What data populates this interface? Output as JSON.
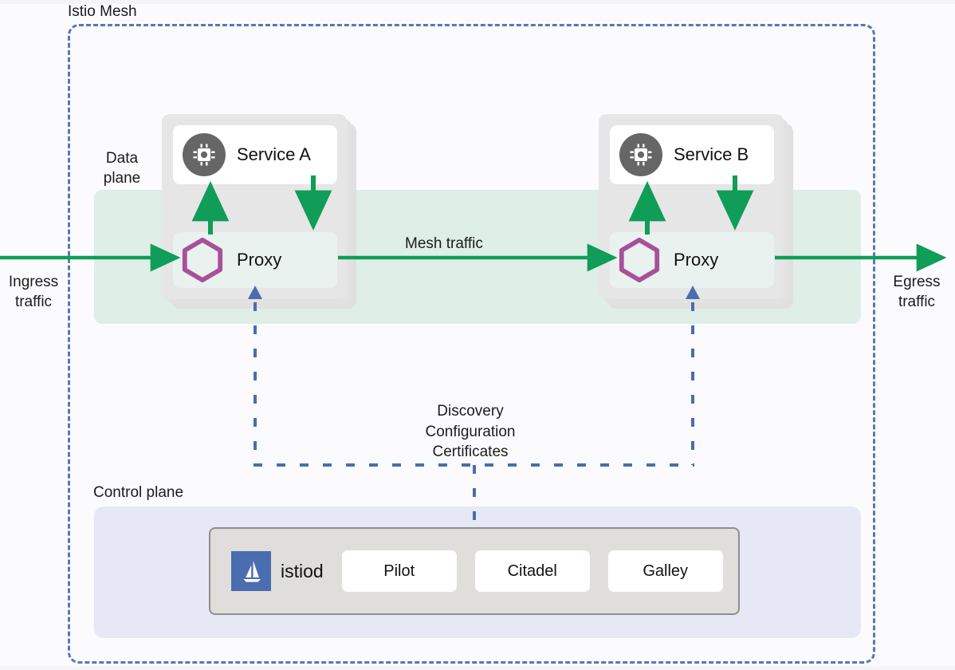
{
  "diagram": {
    "title": "Istio Mesh",
    "colors": {
      "mesh_boundary": "#5a77b5",
      "data_plane_band": "#dfeee7",
      "control_plane_panel": "#e6e9f5",
      "traffic_arrow": "#0f9d58",
      "proxy_hexagon": "#a8509a",
      "service_icon_circle": "#666666",
      "istio_logo_blue": "#4a6db0",
      "pod_card": "#e6e6e6"
    }
  },
  "labels": {
    "mesh_title": "Istio Mesh",
    "data_plane": "Data\nplane",
    "control_plane": "Control plane",
    "ingress_traffic": "Ingress\ntraffic",
    "egress_traffic": "Egress\ntraffic",
    "mesh_traffic": "Mesh traffic",
    "discovery": "Discovery\nConfiguration\nCertificates"
  },
  "pods": [
    {
      "id": "pod-a",
      "service_label": "Service A",
      "service_icon": "cpu-chip-icon",
      "proxy_label": "Proxy",
      "proxy_icon": "hexagon-icon"
    },
    {
      "id": "pod-b",
      "service_label": "Service B",
      "service_icon": "cpu-chip-icon",
      "proxy_label": "Proxy",
      "proxy_icon": "hexagon-icon"
    }
  ],
  "control_plane": {
    "istiod_label": "istiod",
    "istiod_icon": "istio-sailboat-logo",
    "components": [
      {
        "label": "Pilot"
      },
      {
        "label": "Citadel"
      },
      {
        "label": "Galley"
      }
    ]
  }
}
